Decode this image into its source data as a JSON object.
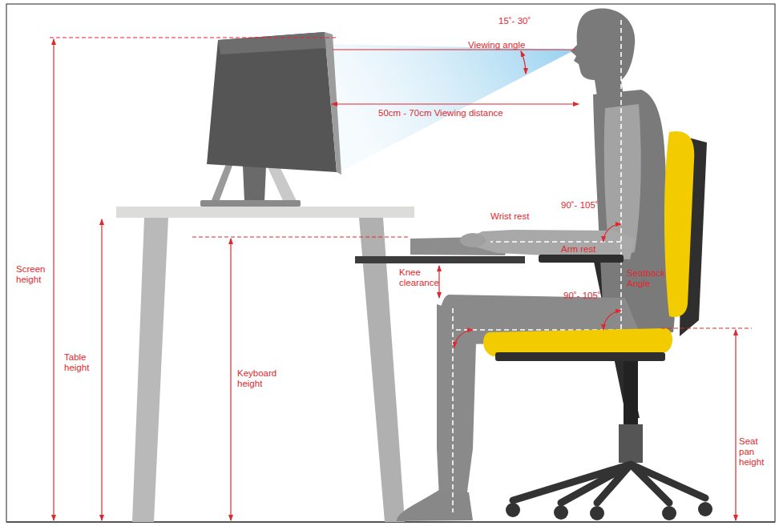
{
  "diagram": {
    "labels": [
      "15˚- 30˚",
      "Viewing angle",
      "50cm - 70cm Viewing distance",
      "Screen height",
      "Table height",
      "Keyboard height",
      "Wrist rest",
      "90˚- 105˚",
      "Arm rest",
      "Seatback Angle",
      "Knee clearance",
      "90˚- 105˚",
      "Seat pan height"
    ]
  }
}
